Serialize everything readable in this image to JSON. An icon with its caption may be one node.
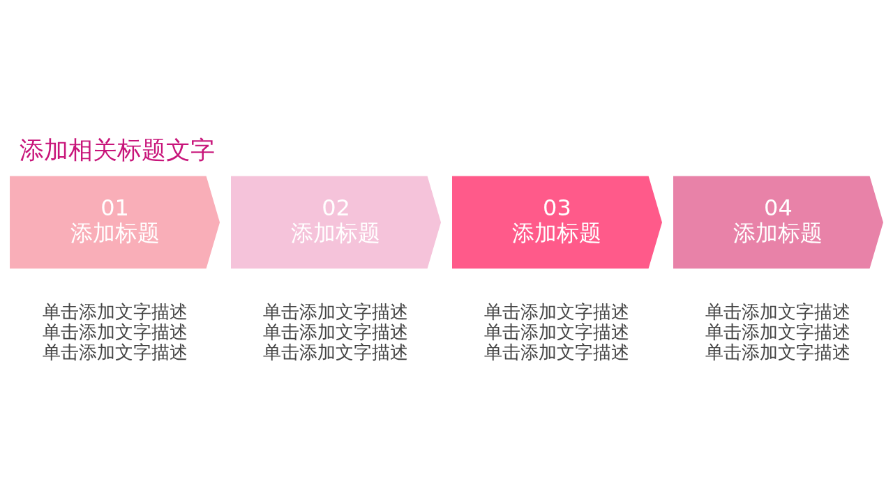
{
  "diagram": {
    "title": "添加相关标题文字",
    "nodes": [
      {
        "text": [
          "01",
          "添加标题"
        ],
        "beside": [
          "单击添加文字描述单击添加文字描述单击添加文字描述"
        ]
      },
      {
        "text": [
          "02",
          "添加标题"
        ],
        "beside": [
          "单击添加文字描述单击添加文字描述单击添加文字描述"
        ]
      },
      {
        "text": [
          "03",
          "添加标题"
        ],
        "beside": [
          "单击添加文字描述单击添加文字描述单击添加文字描述"
        ]
      },
      {
        "text": [
          "04",
          "添加标题"
        ],
        "beside": [
          "单击添加文字描述单击添加文字描述单击添加文字描述"
        ]
      }
    ]
  }
}
